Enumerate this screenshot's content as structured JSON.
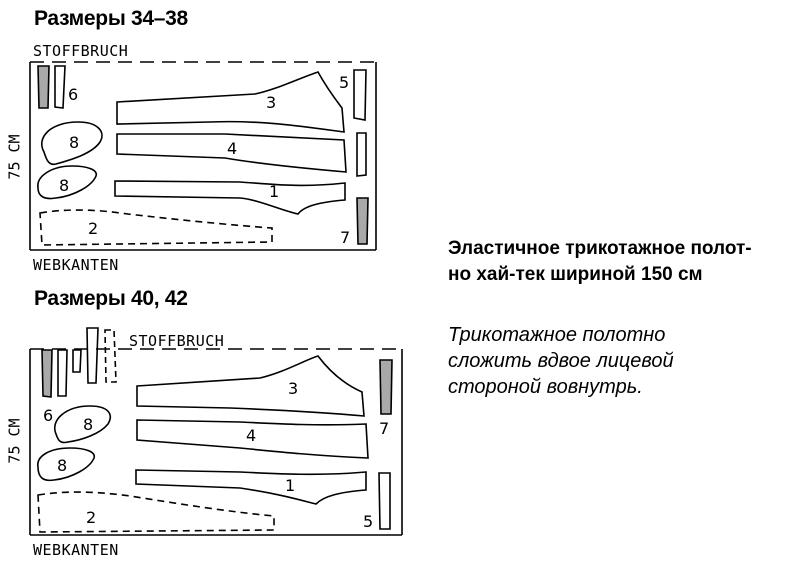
{
  "layout_1": {
    "heading": "Размеры 34–38",
    "fold_label": "STOFFBRUCH",
    "selvage_label": "WEBKANTEN",
    "width_label": "75 CM",
    "piece_numbers": [
      "6",
      "8",
      "8",
      "2",
      "3",
      "4",
      "1",
      "5",
      "7"
    ]
  },
  "layout_2": {
    "heading": "Размеры 40, 42",
    "fold_label": "STOFFBRUCH",
    "selvage_label": "WEBKANTEN",
    "width_label": "75 CM",
    "piece_numbers": [
      "6",
      "8",
      "8",
      "2",
      "3",
      "4",
      "1",
      "7",
      "5"
    ]
  },
  "fabric_description": {
    "lines": [
      "Эластичное трикотажное полот-",
      "но хай-тек шириной 150 см"
    ]
  },
  "instruction": {
    "lines": [
      "Трикотажное полотно",
      "сложить вдвое лицевой",
      "стороной вовнутрь."
    ]
  },
  "colors": {
    "outline": "#000000",
    "shaded_piece": "#a9a9a9",
    "background": "#ffffff"
  }
}
